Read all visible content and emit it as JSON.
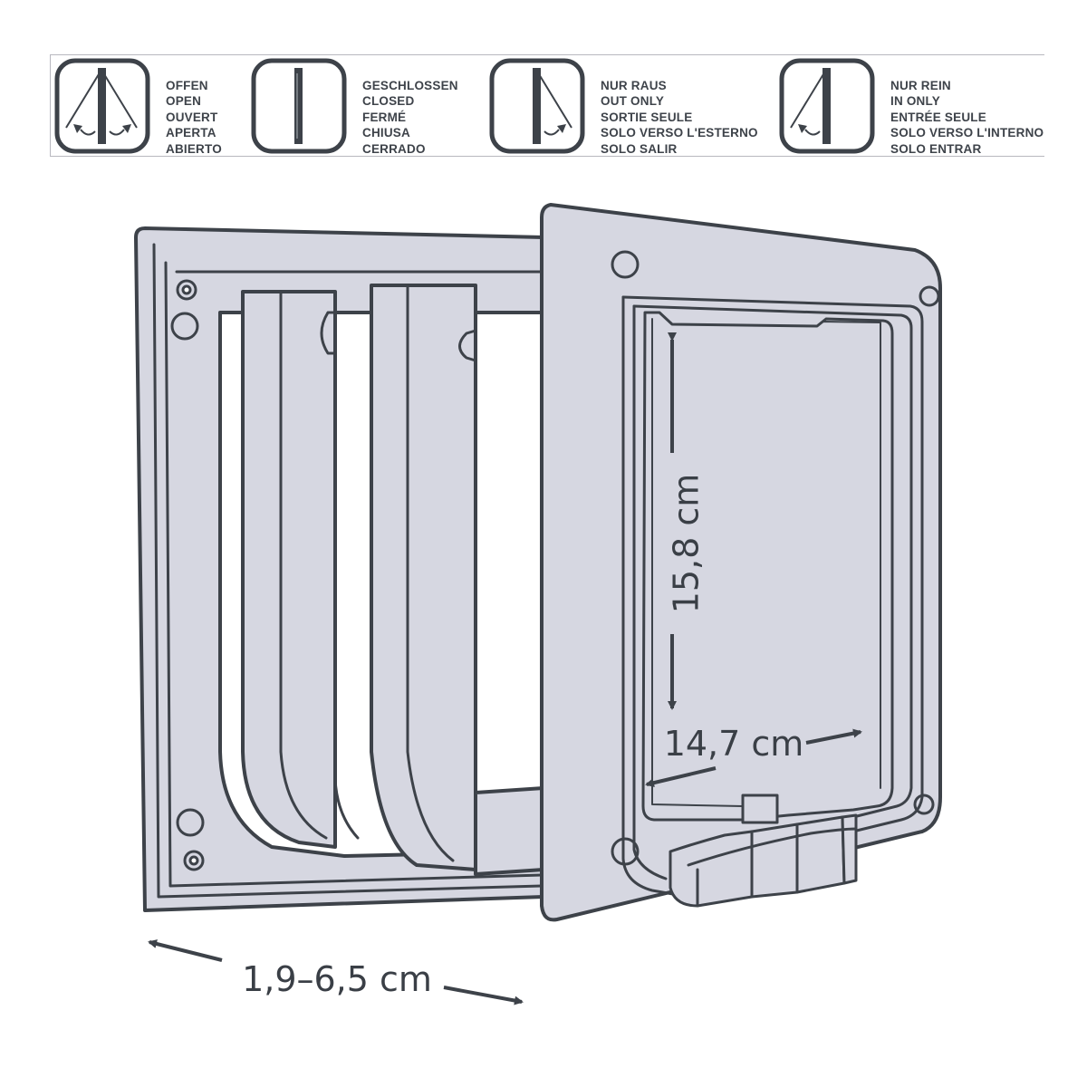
{
  "legend": {
    "modes": [
      {
        "icon": "flap-open-icon",
        "labels": [
          "OFFEN",
          "OPEN",
          "OUVERT",
          "APERTA",
          "ABIERTO"
        ]
      },
      {
        "icon": "flap-closed-icon",
        "labels": [
          "GESCHLOSSEN",
          "CLOSED",
          "FERMÉ",
          "CHIUSA",
          "CERRADO"
        ]
      },
      {
        "icon": "flap-out-only-icon",
        "labels": [
          "NUR RAUS",
          "OUT ONLY",
          "SORTIE SEULE",
          "SOLO VERSO L'ESTERNO",
          "SOLO SALIR"
        ]
      },
      {
        "icon": "flap-in-only-icon",
        "labels": [
          "NUR REIN",
          "IN ONLY",
          "ENTRÉE SEULE",
          "SOLO VERSO L'INTERNO",
          "SOLO ENTRAR"
        ]
      }
    ]
  },
  "dimensions": {
    "height": "15,8 cm",
    "width": "14,7 cm",
    "tunnel_depth": "1,9–6,5 cm"
  },
  "colors": {
    "fill": "#d6d7e1",
    "stroke": "#3d4249",
    "text": "#3e434a"
  }
}
